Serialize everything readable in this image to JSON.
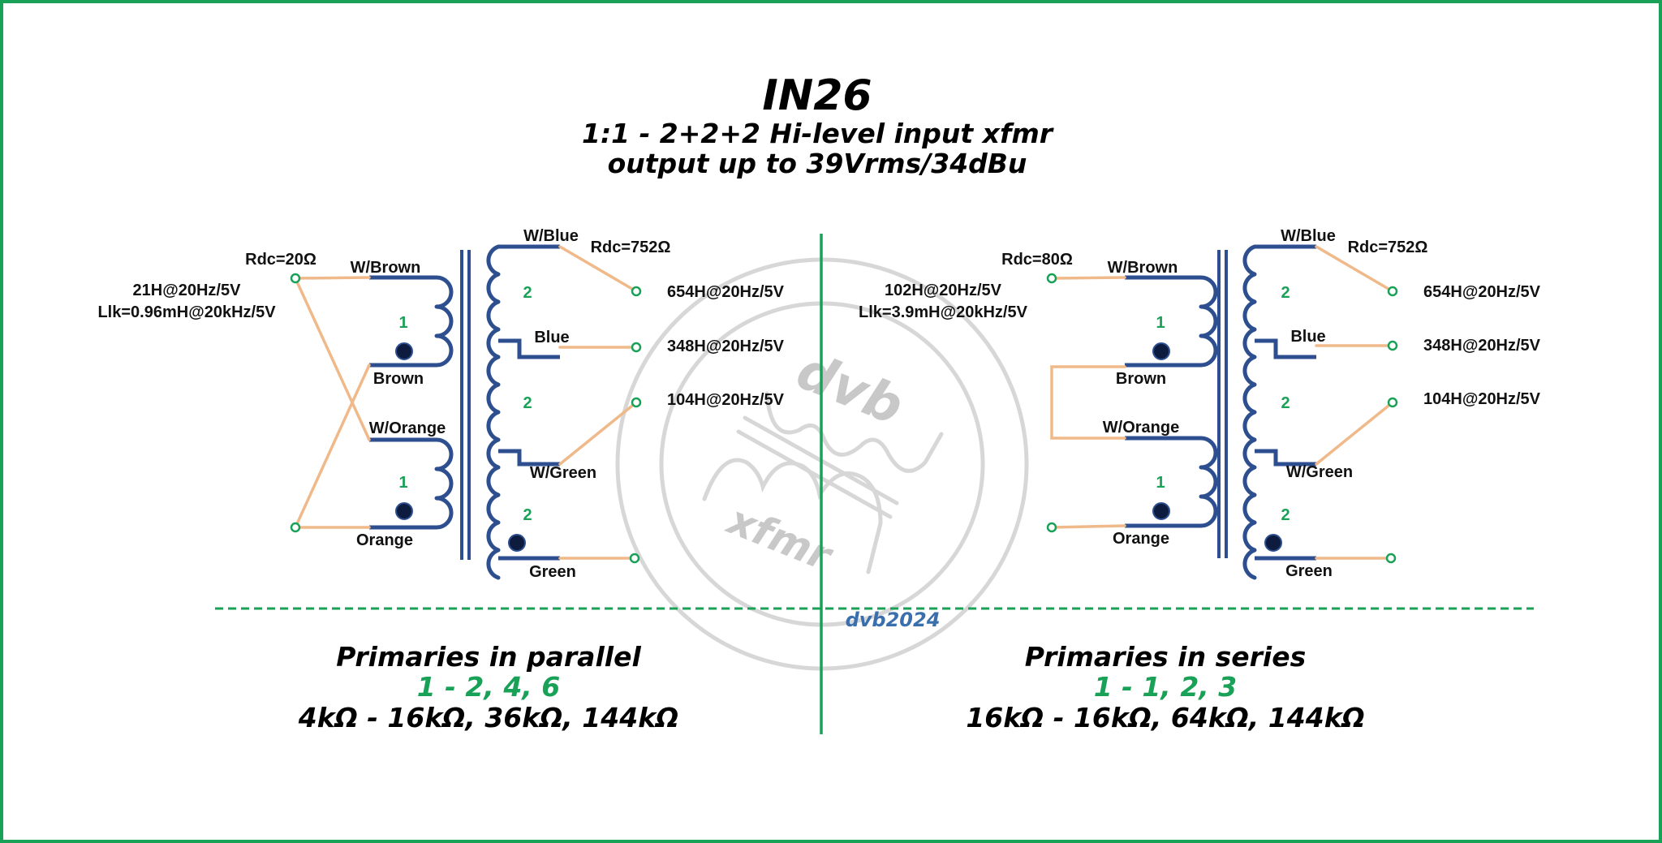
{
  "header": {
    "title": "IN26",
    "subtitle1": "1:1 - 2+2+2 Hi-level input xfmr",
    "subtitle2": "output up to 39Vrms/34dBu"
  },
  "watermark": {
    "logo_top": "dvb",
    "logo_bottom": "xfmr",
    "signature": "dvb2024"
  },
  "colors": {
    "border": "#1aa158",
    "coil": "#2e4f8f",
    "wire": "#f0b98a",
    "winding_number": "#1aa158",
    "signature": "#3a6fae"
  },
  "left": {
    "primary": {
      "rdc": "Rdc=20Ω",
      "inductance": "21H@20Hz/5V",
      "leakage": "Llk=0.96mH@20kHz/5V",
      "winding1": {
        "top": "W/Brown",
        "number": "1",
        "bottom": "Brown"
      },
      "winding2": {
        "top": "W/Orange",
        "number": "1",
        "bottom": "Orange"
      }
    },
    "secondary": {
      "top": "W/Blue",
      "rdc": "Rdc=752Ω",
      "taps": [
        "Blue",
        "W/Green"
      ],
      "bottom": "Green",
      "numbers": [
        "2",
        "2",
        "2"
      ],
      "outputs": [
        "654H@20Hz/5V",
        "348H@20Hz/5V",
        "104H@20Hz/5V"
      ]
    },
    "config": {
      "title": "Primaries in parallel",
      "ratios": "1 - 2, 4, 6",
      "impedances": "4kΩ - 16kΩ, 36kΩ, 144kΩ"
    }
  },
  "right": {
    "primary": {
      "rdc": "Rdc=80Ω",
      "inductance": "102H@20Hz/5V",
      "leakage": "Llk=3.9mH@20kHz/5V",
      "winding1": {
        "top": "W/Brown",
        "number": "1",
        "bottom": "Brown"
      },
      "winding2": {
        "top": "W/Orange",
        "number": "1",
        "bottom": "Orange"
      }
    },
    "secondary": {
      "top": "W/Blue",
      "rdc": "Rdc=752Ω",
      "taps": [
        "Blue",
        "W/Green"
      ],
      "bottom": "Green",
      "numbers": [
        "2",
        "2",
        "2"
      ],
      "outputs": [
        "654H@20Hz/5V",
        "348H@20Hz/5V",
        "104H@20Hz/5V"
      ]
    },
    "config": {
      "title": "Primaries in series",
      "ratios": "1 - 1, 2, 3",
      "impedances": "16kΩ - 16kΩ, 64kΩ, 144kΩ"
    }
  }
}
